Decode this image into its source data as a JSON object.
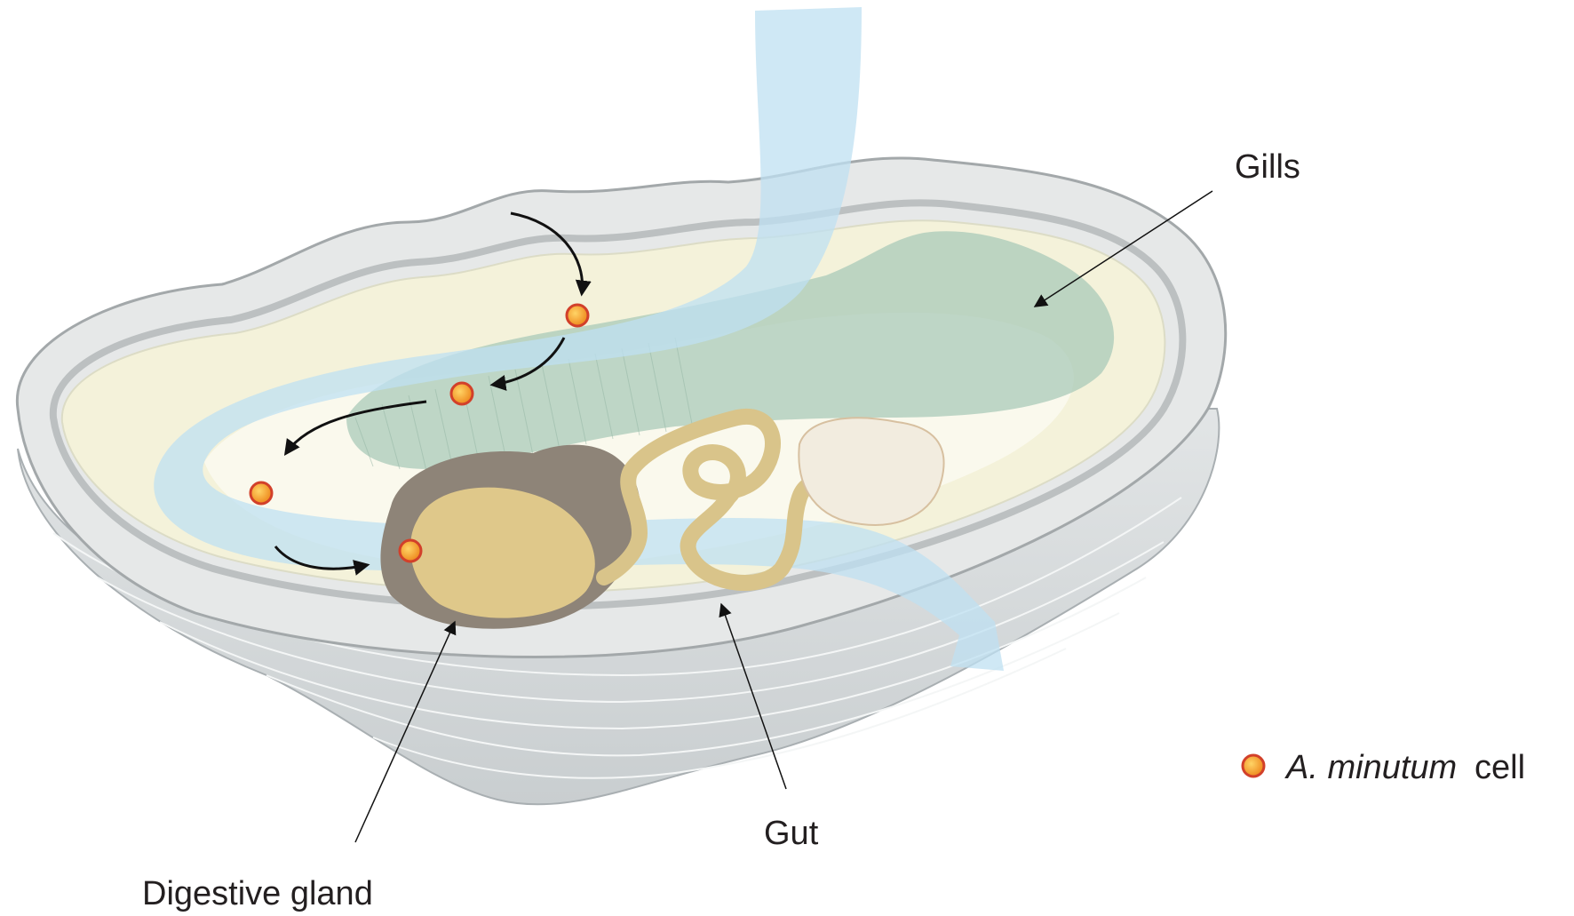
{
  "labels": {
    "gills": "Gills",
    "digestive_gland": "Digestive gland",
    "gut": "Gut"
  },
  "legend": {
    "italic_part": "A. minutum",
    "plain_part": "cell",
    "icon": "orange-dot-icon"
  },
  "colors": {
    "cell_fill": "#f0a030",
    "cell_stroke": "#d2402a",
    "water_flow": "#bfe0f2",
    "gills": "#a9c9b8",
    "digestive_gland_outer": "#8e8478",
    "digestive_gland_inner": "#dfc88a",
    "gut": "#d9c48a",
    "shell": "#e3e5e3",
    "mantle": "#f3f1d8"
  }
}
